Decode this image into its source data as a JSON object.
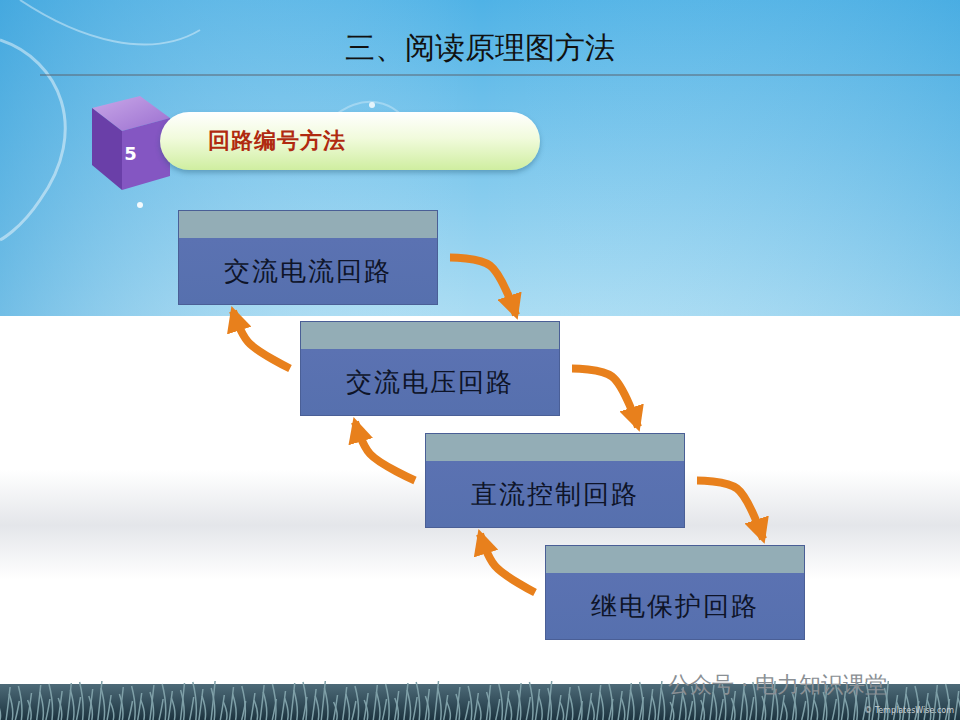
{
  "diagram": {
    "title": "三、阅读原理图方法",
    "nodes": [
      {
        "text": [
          "5"
        ]
      },
      {
        "text": [
          "回路编号方法"
        ]
      },
      {
        "text": [
          "交流电流回路"
        ]
      },
      {
        "text": [
          "交流电压回路"
        ]
      },
      {
        "text": [
          "直流控制回路"
        ]
      },
      {
        "text": [
          "继电保护回路"
        ]
      }
    ],
    "edges": [
      {
        "from": 2,
        "to": 3,
        "arrow": "to"
      },
      {
        "from": 3,
        "to": 2,
        "arrow": "to"
      },
      {
        "from": 3,
        "to": 4,
        "arrow": "to"
      },
      {
        "from": 4,
        "to": 3,
        "arrow": "to"
      },
      {
        "from": 4,
        "to": 5,
        "arrow": "to"
      },
      {
        "from": 5,
        "to": 4,
        "arrow": "to"
      }
    ],
    "labels": [
      "公众号 · 电力知识课堂",
      "© TemplatesWise.com"
    ]
  }
}
